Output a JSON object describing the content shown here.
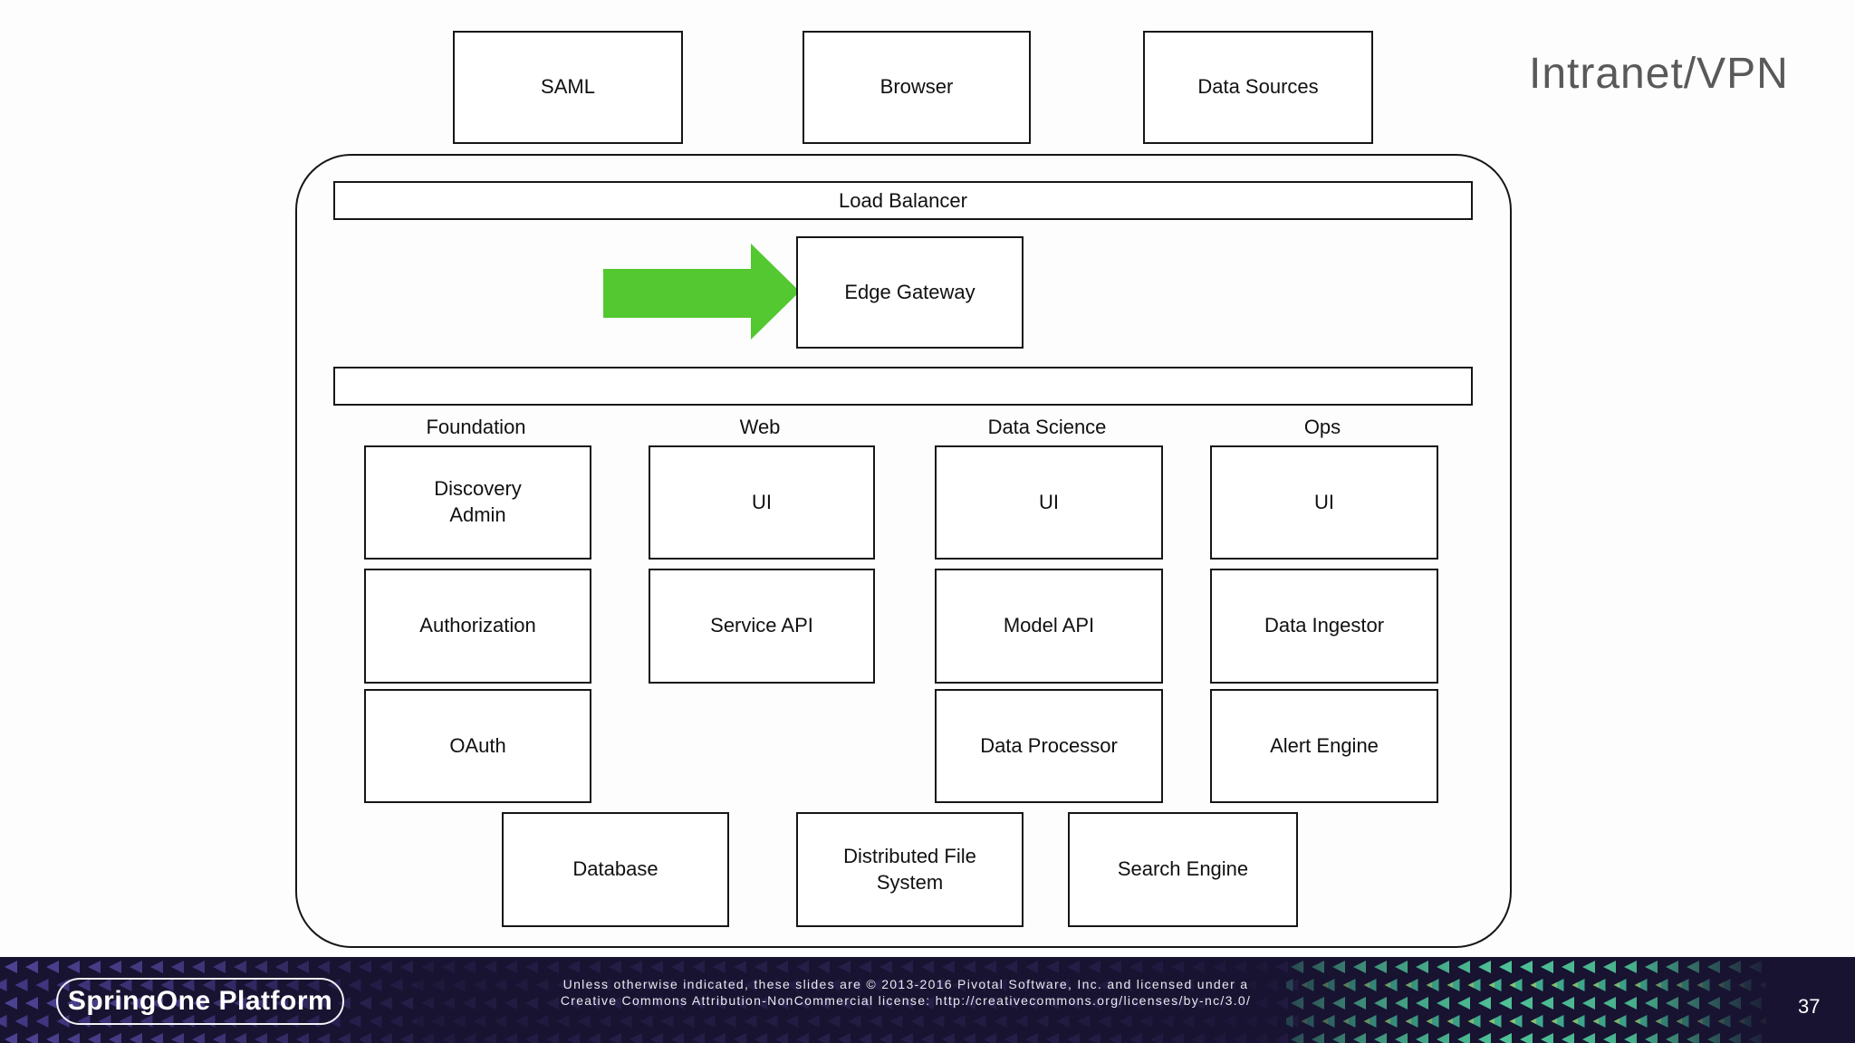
{
  "header": {
    "external_boxes": [
      {
        "label": "SAML"
      },
      {
        "label": "Browser"
      },
      {
        "label": "Data Sources"
      }
    ],
    "region_label": "Intranet/VPN"
  },
  "architecture": {
    "load_balancer_label": "Load Balancer",
    "edge_gateway_label": "Edge Gateway",
    "arrow_icon": "green-right-arrow",
    "columns": [
      {
        "header": "Foundation",
        "boxes": [
          "Discovery\nAdmin",
          "Authorization",
          "OAuth"
        ]
      },
      {
        "header": "Web",
        "boxes": [
          "UI",
          "Service API"
        ]
      },
      {
        "header": "Data Science",
        "boxes": [
          "UI",
          "Model API",
          "Data Processor"
        ]
      },
      {
        "header": "Ops",
        "boxes": [
          "UI",
          "Data Ingestor",
          "Alert Engine"
        ]
      }
    ],
    "storage_boxes": [
      "Database",
      "Distributed File\nSystem",
      "Search Engine"
    ]
  },
  "footer": {
    "brand": "SpringOne Platform",
    "license_line1": "Unless otherwise indicated, these slides are © 2013-2016 Pivotal Software, Inc. and licensed under a",
    "license_line2": "Creative Commons Attribution-NonCommercial license: http://creativecommons.org/licenses/by-nc/3.0/",
    "page_number": "37"
  },
  "colors": {
    "arrow_green": "#53c831",
    "footer_background": "#181331",
    "region_label_gray": "#595959",
    "texture_purple": "#564ca6",
    "texture_teal": "#57dfa8",
    "box_border": "#161616"
  }
}
